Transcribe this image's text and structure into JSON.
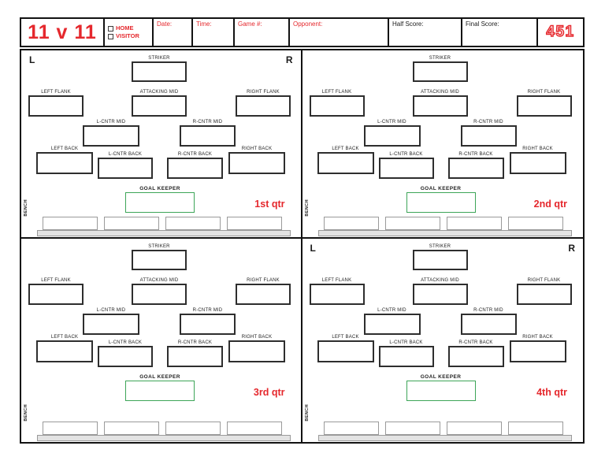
{
  "colors": {
    "accent_red": "#e5282d",
    "goalkeeper_green": "#3da558",
    "box_border": "#2e2e2e",
    "bench_gray": "#9a9a9a"
  },
  "header": {
    "title": "11 v 11",
    "home_label": "HOME",
    "visitor_label": "VISITOR",
    "date_label": "Date:",
    "time_label": "Time:",
    "game_label": "Game #:",
    "opponent_label": "Opponent:",
    "half_score_label": "Half Score:",
    "final_score_label": "Final Score:",
    "page_number": "451"
  },
  "field": {
    "left_marker": "L",
    "right_marker": "R",
    "goal_keeper_key": "goal_keeper",
    "bench_label": "BENCH",
    "bench_slot_count": 4
  },
  "positions": [
    {
      "key": "striker",
      "label": "STRIKER"
    },
    {
      "key": "left_flank",
      "label": "LEFT FLANK"
    },
    {
      "key": "attacking_mid",
      "label": "ATTACKING MID"
    },
    {
      "key": "right_flank",
      "label": "RIGHT FLANK"
    },
    {
      "key": "l_cntr_mid",
      "label": "L-CNTR MID"
    },
    {
      "key": "r_cntr_mid",
      "label": "R-CNTR MID"
    },
    {
      "key": "left_back",
      "label": "LEFT BACK"
    },
    {
      "key": "l_cntr_back",
      "label": "L-CNTR BACK"
    },
    {
      "key": "r_cntr_back",
      "label": "R-CNTR BACK"
    },
    {
      "key": "right_back",
      "label": "RIGHT BACK"
    },
    {
      "key": "goal_keeper",
      "label": "GOAL KEEPER"
    }
  ],
  "quarters": [
    {
      "label": "1st qtr",
      "show_lr": true
    },
    {
      "label": "2nd qtr",
      "show_lr": false
    },
    {
      "label": "3rd qtr",
      "show_lr": false
    },
    {
      "label": "4th qtr",
      "show_lr": true
    }
  ]
}
